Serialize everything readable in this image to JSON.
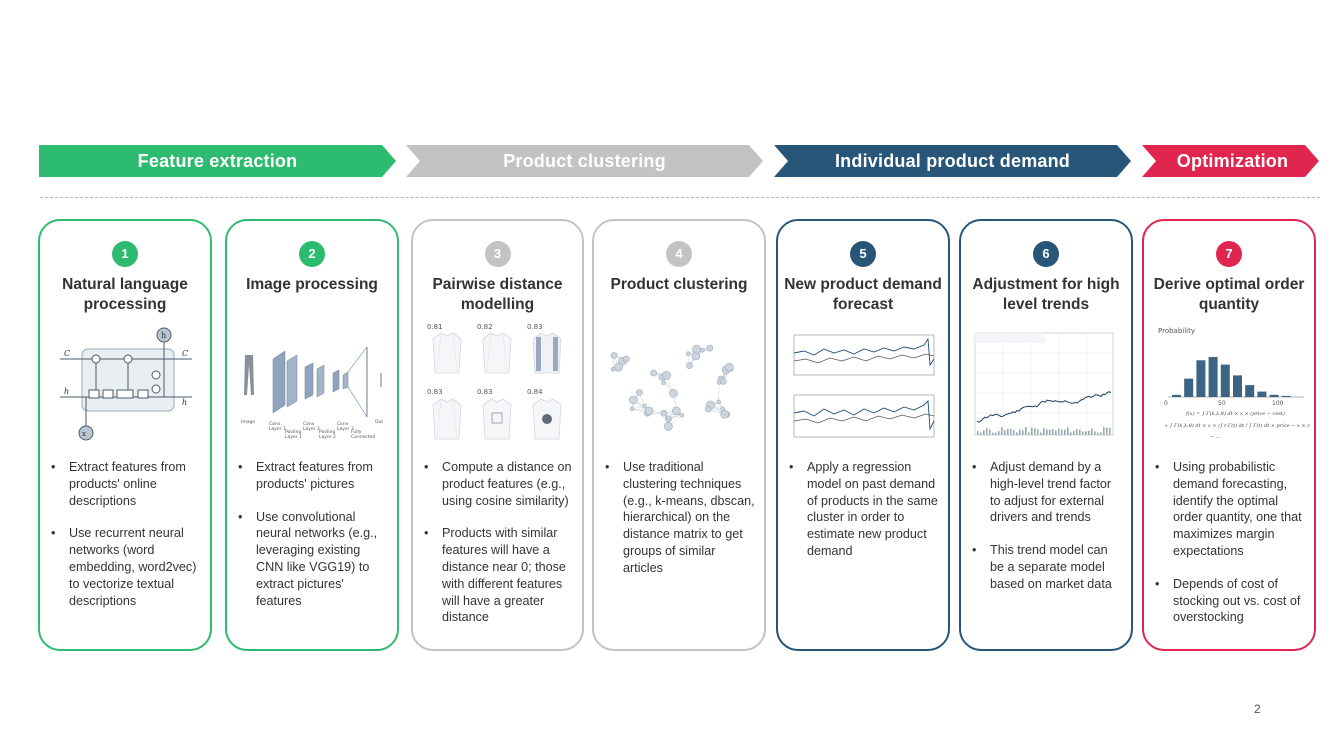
{
  "colors": {
    "green": "#2dbb6f",
    "grey": "#c3c3c3",
    "navy": "#275679",
    "red": "#e0264f"
  },
  "phases": [
    {
      "label": "Feature extraction",
      "color": "#2dbb6f"
    },
    {
      "label": "Product clustering",
      "color": "#c3c3c3"
    },
    {
      "label": "Individual product demand",
      "color": "#275679"
    },
    {
      "label": "Optimization",
      "color": "#e0264f"
    }
  ],
  "steps": [
    {
      "num": "1",
      "title": "Natural language processing",
      "illustration": "lstm-cell-diagram",
      "bullets": [
        "Extract features from products' online descriptions",
        "Use recurrent neural networks (word embedding, word2vec) to vectorize textual descriptions"
      ]
    },
    {
      "num": "2",
      "title": "Image processing",
      "illustration": "cnn-layers-diagram",
      "bullets": [
        "Extract features from products' pictures",
        "Use convolutional neural networks (e.g., leveraging existing CNN like VGG19) to extract pictures' features"
      ]
    },
    {
      "num": "3",
      "title": "Pairwise distance modelling",
      "illustration": "shirt-similarity-grid",
      "scores": [
        "0.81",
        "0.82",
        "0.83",
        "0.83",
        "0.83",
        "0.84"
      ],
      "bullets": [
        "Compute a distance on product features (e.g., using cosine similarity)",
        "Products with similar features will have a distance near 0; those with different features will have a greater distance"
      ]
    },
    {
      "num": "4",
      "title": "Product clustering",
      "illustration": "cluster-network-graph",
      "bullets": [
        "Use traditional clustering techniques (e.g., k-means, dbscan, hierarchical) on the distance matrix to get groups of similar articles"
      ]
    },
    {
      "num": "5",
      "title": "New product demand forecast",
      "illustration": "forecast-line-charts",
      "bullets": [
        "Apply a regression model on past demand of products in the same cluster in order to estimate new product demand"
      ]
    },
    {
      "num": "6",
      "title": "Adjustment for high level trends",
      "illustration": "stock-trend-chart",
      "bullets": [
        "Adjust demand by a high-level trend factor to adjust for external drivers and trends",
        "This trend model can be a separate model based on market data"
      ]
    },
    {
      "num": "7",
      "title": "Derive optimal order quantity",
      "illustration": "probability-histogram",
      "hist_label": "Probability",
      "hist_values": [
        0.04,
        0.34,
        0.68,
        0.74,
        0.6,
        0.4,
        0.22,
        0.1,
        0.04,
        0.02
      ],
      "x_ticks": [
        "0",
        "50",
        "100"
      ],
      "bullets": [
        "Using probabilistic demand forecasting, identify the optimal order quantity, one that maximizes margin expectations",
        "Depends of cost of stocking out vs. cost of overstocking"
      ]
    }
  ],
  "page_number": "2"
}
